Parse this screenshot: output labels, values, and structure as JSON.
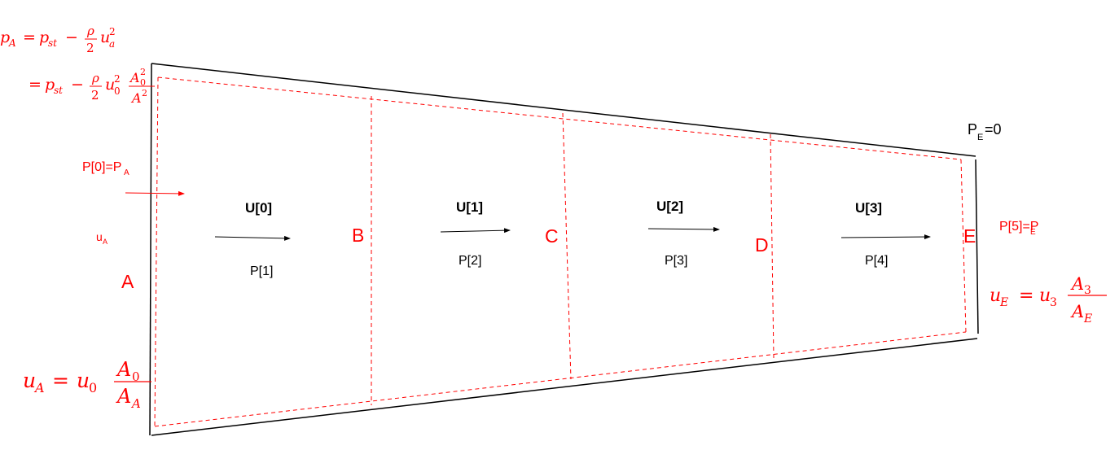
{
  "colors": {
    "outline": "#000000",
    "accent": "#ff0000"
  },
  "formulas": {
    "pA_line1": {
      "lhs": "p",
      "lhs_sub": "A",
      "eq": "=",
      "p": "p",
      "st": "st",
      "minus": "−",
      "rho": "ρ",
      "two": "2",
      "u": "u",
      "u_sub": "a",
      "u_sup": "2"
    },
    "pA_line2": {
      "eq": "=",
      "p": "p",
      "st": "st",
      "minus": "−",
      "rho": "ρ",
      "two": "2",
      "u": "u",
      "u_sub": "0",
      "u_sup": "2",
      "A": "A",
      "num_sub": "0",
      "num_sup": "2",
      "den_sup": "2"
    },
    "uA": {
      "u": "u",
      "sub": "A",
      "eq": "=",
      "u0": "u",
      "u0_sub": "0",
      "num": "A",
      "num_sub": "0",
      "den": "A",
      "den_sub": "A"
    },
    "uE": {
      "u": "u",
      "sub": "E",
      "eq": "=",
      "u3": "u",
      "u3_sub": "3",
      "num": "A",
      "num_sub": "3",
      "den": "A",
      "den_sub": "E"
    }
  },
  "labels": {
    "p0": {
      "main": "P[0]=P",
      "sub": "A"
    },
    "uA_small": {
      "main": "u",
      "sub": "A"
    },
    "pE": {
      "main": "P",
      "sub": "E",
      "tail": "=0"
    },
    "p5": {
      "main": "P[5]=P",
      "sub": "E"
    },
    "stations": [
      "A",
      "B",
      "C",
      "D",
      "E"
    ],
    "velocities": [
      "U[0]",
      "U[1]",
      "U[2]",
      "U[3]"
    ],
    "pressures": [
      "P[1]",
      "P[2]",
      "P[3]",
      "P[4]"
    ]
  }
}
